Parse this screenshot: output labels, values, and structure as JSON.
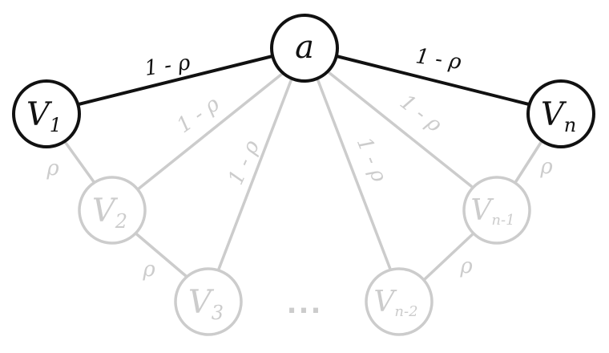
{
  "nodes": {
    "a": {
      "label": "a",
      "emphasis": "dark"
    },
    "v1": {
      "label": "V",
      "subscript": "1",
      "emphasis": "dark"
    },
    "vn": {
      "label": "V",
      "subscript": "n",
      "emphasis": "dark"
    },
    "v2": {
      "label": "V",
      "subscript": "2",
      "emphasis": "faded"
    },
    "v3": {
      "label": "V",
      "subscript": "3",
      "emphasis": "faded"
    },
    "vn1": {
      "label": "V",
      "subscript": "n-1",
      "emphasis": "faded"
    },
    "vn2": {
      "label": "V",
      "subscript": "n-2",
      "emphasis": "faded"
    }
  },
  "edge_labels": {
    "a_v1": "1 - ρ",
    "a_vn": "1 - ρ",
    "a_v2": "1 - ρ",
    "a_v3": "1 - ρ",
    "a_vn1": "1 - ρ",
    "a_vn2": "1 - ρ",
    "v1_v2": "ρ",
    "v2_v3": "ρ",
    "vn_vn1": "ρ",
    "vn1_vn2": "ρ"
  },
  "ellipsis": "...",
  "colors": {
    "dark": "#111111",
    "faded": "#cccccc",
    "background": "#ffffff"
  }
}
